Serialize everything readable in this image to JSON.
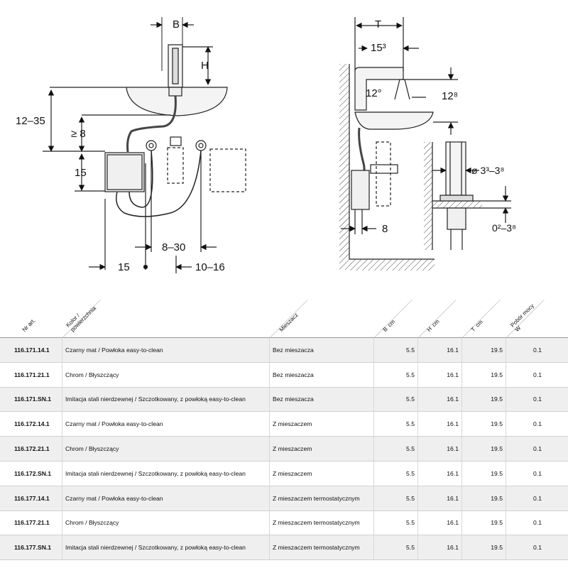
{
  "drawing": {
    "front_view": {
      "label_B": "B",
      "label_H": "H",
      "dim_12_35": "12–35",
      "dim_ge8": "≥ 8",
      "dim_15_left": "15",
      "dim_8_30": "8–30",
      "dim_15_bottom": "15",
      "dim_10_16": "10–16"
    },
    "side_view": {
      "label_T": "T",
      "dim_15_3": "15³",
      "angle_12": "12°",
      "dim_12_8": "12⁸",
      "dim_8": "8"
    },
    "detail_view": {
      "dim_diameter": "ø 3³–3⁸",
      "dim_thickness": "0²–3⁸"
    }
  },
  "table": {
    "headers": {
      "nr": "Nr art.",
      "kolor_line1": "Kolor /",
      "kolor_line2": "powierzchnia",
      "mieszacz": "Mieszacz",
      "b": "B",
      "b_unit": "cm",
      "h": "H",
      "h_unit": "cm",
      "t": "T",
      "t_unit": "cm",
      "pobor_line1": "Pobór mocy",
      "pobor_unit": "W"
    },
    "rows": [
      {
        "nr": "116.171.14.1",
        "kolor": "Czarny mat / Powłoka easy-to-clean",
        "mieszacz": "Bez mieszacza",
        "b": "5.5",
        "h": "16.1",
        "t": "19.5",
        "pobor": "0.1"
      },
      {
        "nr": "116.171.21.1",
        "kolor": "Chrom / Błyszczący",
        "mieszacz": "Bez mieszacza",
        "b": "5.5",
        "h": "16.1",
        "t": "19.5",
        "pobor": "0.1"
      },
      {
        "nr": "116.171.SN.1",
        "kolor": "Imitacja stali nierdzewnej / Szczotkowany, z powłoką easy-to-clean",
        "mieszacz": "Bez mieszacza",
        "b": "5.5",
        "h": "16.1",
        "t": "19.5",
        "pobor": "0.1"
      },
      {
        "nr": "116.172.14.1",
        "kolor": "Czarny mat / Powłoka easy-to-clean",
        "mieszacz": "Z mieszaczem",
        "b": "5.5",
        "h": "16.1",
        "t": "19.5",
        "pobor": "0.1"
      },
      {
        "nr": "116.172.21.1",
        "kolor": "Chrom / Błyszczący",
        "mieszacz": "Z mieszaczem",
        "b": "5.5",
        "h": "16.1",
        "t": "19.5",
        "pobor": "0.1"
      },
      {
        "nr": "116.172.SN.1",
        "kolor": "Imitacja stali nierdzewnej / Szczotkowany, z powłoką easy-to-clean",
        "mieszacz": "Z mieszaczem",
        "b": "5.5",
        "h": "16.1",
        "t": "19.5",
        "pobor": "0.1"
      },
      {
        "nr": "116.177.14.1",
        "kolor": "Czarny mat / Powłoka easy-to-clean",
        "mieszacz": "Z mieszaczem termostatycznym",
        "b": "5.5",
        "h": "16.1",
        "t": "19.5",
        "pobor": "0.1"
      },
      {
        "nr": "116.177.21.1",
        "kolor": "Chrom / Błyszczący",
        "mieszacz": "Z mieszaczem termostatycznym",
        "b": "5.5",
        "h": "16.1",
        "t": "19.5",
        "pobor": "0.1"
      },
      {
        "nr": "116.177.SN.1",
        "kolor": "Imitacja stali nierdzewnej / Szczotkowany, z powłoką easy-to-clean",
        "mieszacz": "Z mieszaczem termostatycznym",
        "b": "5.5",
        "h": "16.1",
        "t": "19.5",
        "pobor": "0.1"
      }
    ]
  }
}
